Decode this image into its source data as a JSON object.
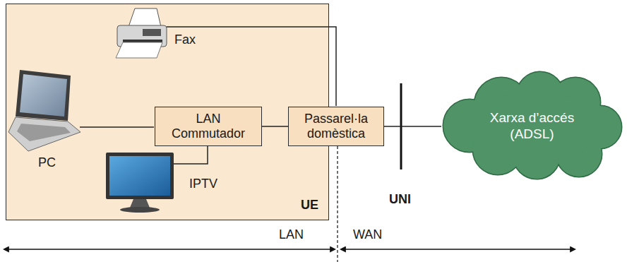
{
  "diagram": {
    "nodes": [
      {
        "text": [
          "UE"
        ]
      },
      {
        "text": [
          "LAN Commutador"
        ],
        "in": 0
      },
      {
        "text": [
          "Passarel·la domèstica"
        ],
        "in": 0
      },
      {
        "text": [
          "Xarxa d’accés (ADSL)"
        ]
      }
    ],
    "edges": [
      {
        "from": 1,
        "to": 2,
        "arrow": "none"
      },
      {
        "from": 2,
        "to": 3,
        "arrow": "none"
      }
    ],
    "labels": [
      "Fax",
      "PC",
      "IPTV",
      "UNI",
      "LAN",
      "WAN"
    ]
  }
}
